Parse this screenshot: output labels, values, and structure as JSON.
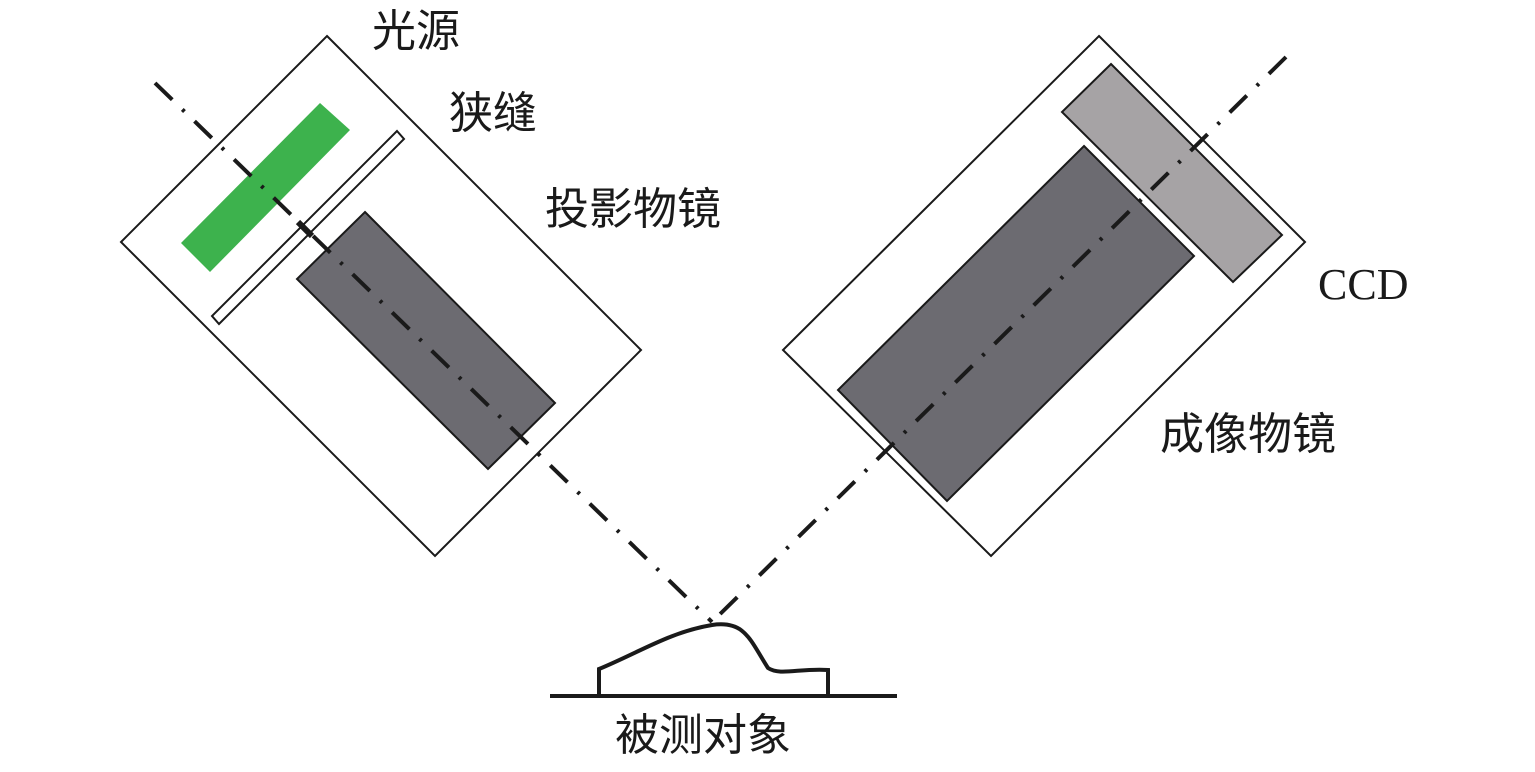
{
  "labels": {
    "light_source": "光源",
    "slit": "狭缝",
    "projection_lens": "投影物镜",
    "ccd": "CCD",
    "imaging_lens": "成像物镜",
    "object": "被测对象"
  },
  "colors": {
    "outline": "#1a1a1a",
    "light_source_fill": "#3db24d",
    "lens_fill": "#6c6b71",
    "ccd_fill": "#a6a3a5",
    "background": "#ffffff"
  }
}
